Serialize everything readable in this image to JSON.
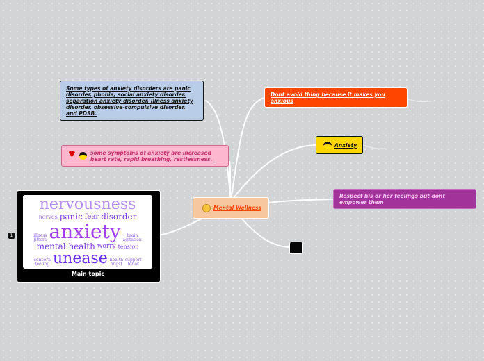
{
  "central": {
    "label": "Mental Wellness",
    "icon": "worried-face-icon",
    "color": "#f7c8a0"
  },
  "nodes": {
    "types": "Some types of anxiety disorders are panic disorder, phobia, social anxiety disorder, separation anxiety disorder, illness anxiety disorder, obsessive-compulsive disorder, and PDSB.",
    "symptoms": "some symptoms of anxiety are increased heart rate, rapid breathing, restlessness.",
    "avoid": "Dont avoid thing because it makes you anxious",
    "anxiety": "Anxiety",
    "respect": "Respect his or her feelings but dont empower them"
  },
  "main_topic": {
    "caption": "Main topic",
    "badge": "1",
    "words": [
      "nervousness",
      "anxiety",
      "unease",
      "mental health",
      "panic",
      "disorder",
      "fear",
      "nerves",
      "tension",
      "concern",
      "feeling",
      "health",
      "worry",
      "illness",
      "jitters",
      "brain",
      "agitation",
      "angst",
      "support",
      "tenor"
    ]
  },
  "colors": {
    "types": "#b9cde8",
    "symptoms": "#fdb8d0",
    "avoid": "#ff4500",
    "anxiety": "#ffd700",
    "respect": "#a2339a"
  }
}
